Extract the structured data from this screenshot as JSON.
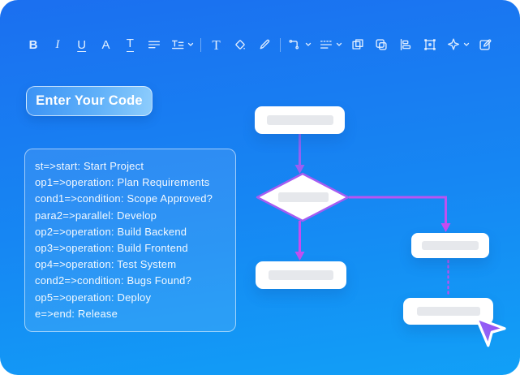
{
  "button": {
    "label": "Enter Your Code"
  },
  "toolbar": {
    "glyphs": {
      "bold": "B",
      "italic": "I",
      "underline": "U",
      "font": "A",
      "text_decoration": "T",
      "text_tool": "T"
    },
    "icon_names": [
      "bold",
      "italic",
      "underline",
      "font",
      "text-decoration",
      "align-lines",
      "text-style-dropdown",
      "text-tool",
      "fill-color",
      "pen",
      "connector-dropdown",
      "line-style-dropdown",
      "bring-front",
      "duplicate",
      "align-objects",
      "group-select",
      "magic-wand-dropdown",
      "edit"
    ]
  },
  "code_panel": {
    "lines": [
      "st=>start: Start Project",
      "op1=>operation: Plan Requirements",
      "cond1=>condition: Scope Approved?",
      "para2=>parallel: Develop",
      "op2=>operation: Build Backend",
      "op3=>operation: Build Frontend",
      "op4=>operation: Test System",
      "cond2=>condition: Bugs Found?",
      "op5=>operation: Deploy",
      "e=>end: Release"
    ]
  },
  "flowchart": {
    "nodes": [
      {
        "name": "start-node",
        "shape": "rounded-rect"
      },
      {
        "name": "condition-node",
        "shape": "diamond"
      },
      {
        "name": "left-branch-node",
        "shape": "rounded-rect"
      },
      {
        "name": "right-branch-node",
        "shape": "rounded-rect"
      },
      {
        "name": "end-node",
        "shape": "rounded-rect"
      }
    ],
    "connector_gradient": [
      "#7b68f3",
      "#c94bef"
    ],
    "diamond_border": "#a55cf2"
  },
  "colors": {
    "background_top": "#1b6ff0",
    "background_bottom": "#11a0f7",
    "node_fill": "#ffffff",
    "placeholder_gray": "#e6e8ec",
    "cursor_gradient": [
      "#8b7bf8",
      "#9b3df2"
    ]
  }
}
